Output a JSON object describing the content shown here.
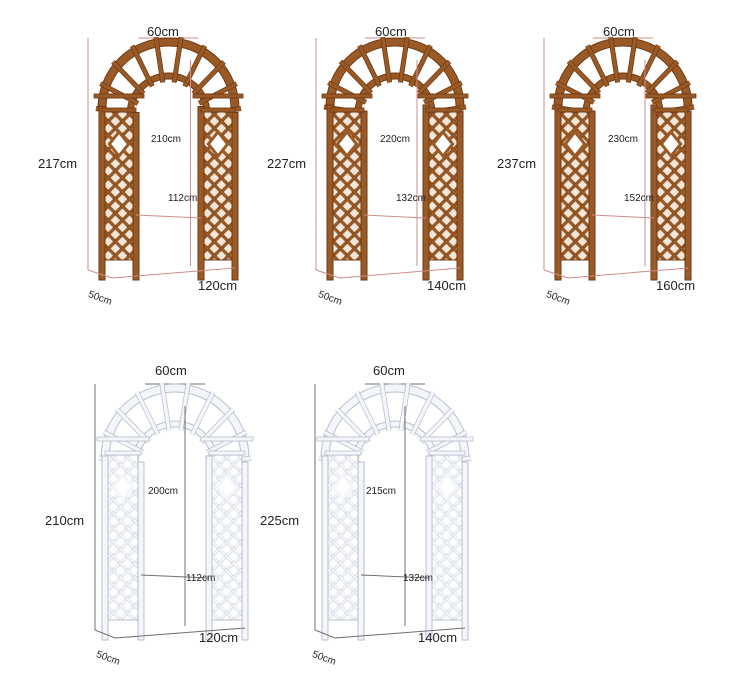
{
  "colors": {
    "wood": "#9a5a26",
    "wood_dark": "#6e3a14",
    "white_frame": "#f4f6fb",
    "white_edge": "#b8bfcc",
    "dim_wood": "#cf8c8c",
    "dim_white": "#6f6f6f"
  },
  "arches": [
    {
      "id": "wood-1",
      "finish": "wood",
      "top_width": "60cm",
      "total_height": "217cm",
      "inner_height": "210cm",
      "inner_width": "112cm",
      "outer_width": "120cm",
      "depth": "50cm"
    },
    {
      "id": "wood-2",
      "finish": "wood",
      "top_width": "60cm",
      "total_height": "227cm",
      "inner_height": "220cm",
      "inner_width": "132cm",
      "outer_width": "140cm",
      "depth": "50cm"
    },
    {
      "id": "wood-3",
      "finish": "wood",
      "top_width": "60cm",
      "total_height": "237cm",
      "inner_height": "230cm",
      "inner_width": "152cm",
      "outer_width": "160cm",
      "depth": "50cm"
    },
    {
      "id": "white-1",
      "finish": "white",
      "top_width": "60cm",
      "total_height": "210cm",
      "inner_height": "200cm",
      "inner_width": "112cm",
      "outer_width": "120cm",
      "depth": "50cm"
    },
    {
      "id": "white-2",
      "finish": "white",
      "top_width": "60cm",
      "total_height": "225cm",
      "inner_height": "215cm",
      "inner_width": "132cm",
      "outer_width": "140cm",
      "depth": "50cm"
    }
  ]
}
